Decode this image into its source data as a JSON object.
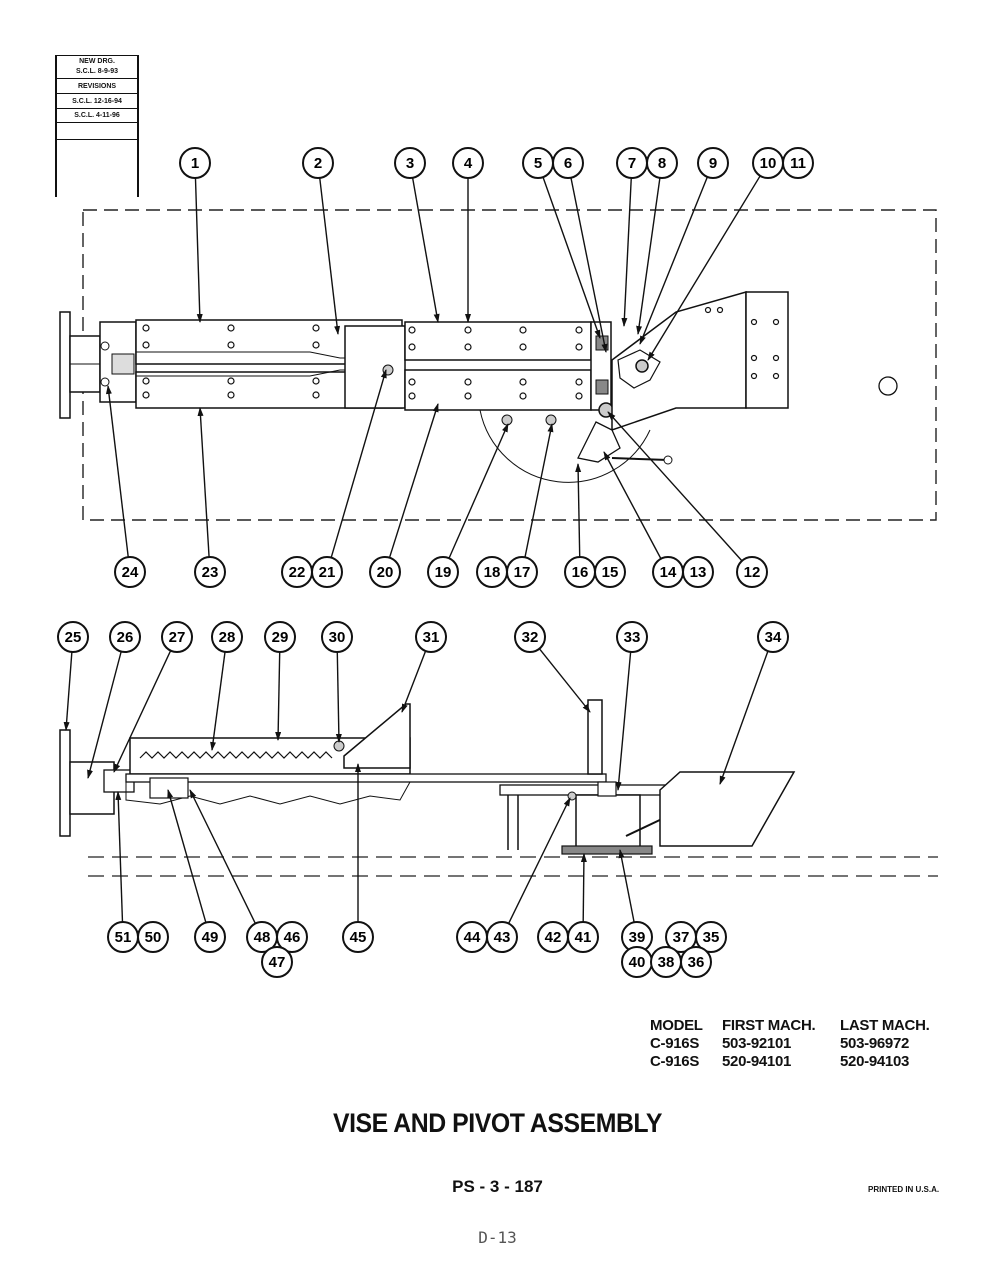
{
  "revision_block": {
    "new_drg_label": "NEW DRG.",
    "new_drg_date": "S.C.L. 8-9-93",
    "revisions_label": "REVISIONS",
    "revisions": [
      "S.C.L. 12-16-94",
      "S.C.L. 4-11-96"
    ]
  },
  "top_view": {
    "callouts_top": [
      "1",
      "2",
      "3",
      "4",
      "5",
      "6",
      "7",
      "8",
      "9",
      "10",
      "11"
    ],
    "callouts_bottom": [
      "24",
      "23",
      "22",
      "21",
      "20",
      "19",
      "18",
      "17",
      "16",
      "15",
      "14",
      "13",
      "12"
    ]
  },
  "side_view": {
    "callouts_top": [
      "25",
      "26",
      "27",
      "28",
      "29",
      "30",
      "31",
      "32",
      "33",
      "34"
    ],
    "callouts_bottom": [
      "51",
      "50",
      "49",
      "48",
      "46",
      "47",
      "45",
      "44",
      "43",
      "42",
      "41",
      "39",
      "37",
      "35",
      "40",
      "38",
      "36"
    ]
  },
  "model_table": {
    "headers": [
      "MODEL",
      "FIRST MACH.",
      "LAST MACH."
    ],
    "rows": [
      [
        "C-916S",
        "503-92101",
        "503-96972"
      ],
      [
        "C-916S",
        "520-94101",
        "520-94103"
      ]
    ]
  },
  "title": "VISE AND PIVOT ASSEMBLY",
  "page_number": "PS - 3 - 187",
  "printed": "PRINTED IN U.S.A.",
  "document_number": "D-13"
}
